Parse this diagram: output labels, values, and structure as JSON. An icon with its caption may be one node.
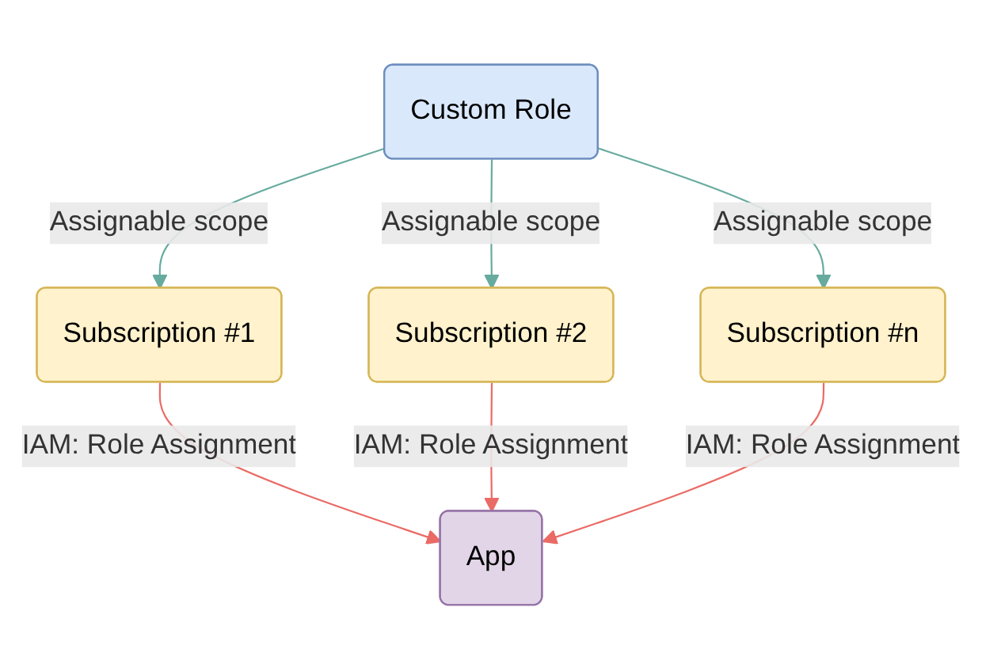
{
  "diagram": {
    "nodes": [
      {
        "text": [
          "Custom Role"
        ]
      },
      {
        "text": [
          "Subscription #1"
        ]
      },
      {
        "text": [
          "Subscription #2"
        ]
      },
      {
        "text": [
          "Subscription #n"
        ]
      },
      {
        "text": [
          "App"
        ]
      }
    ],
    "edges": [
      {
        "from": 0,
        "to": 1,
        "arrow": "to",
        "label": "Assignable scope",
        "color": "#67ab9f"
      },
      {
        "from": 0,
        "to": 2,
        "arrow": "to",
        "label": "Assignable scope",
        "color": "#67ab9f"
      },
      {
        "from": 0,
        "to": 3,
        "arrow": "to",
        "label": "Assignable scope",
        "color": "#67ab9f"
      },
      {
        "from": 1,
        "to": 4,
        "arrow": "to",
        "label": "IAM: Role Assignment",
        "color": "#ea6b66"
      },
      {
        "from": 2,
        "to": 4,
        "arrow": "to",
        "label": "IAM: Role Assignment",
        "color": "#ea6b66"
      },
      {
        "from": 3,
        "to": 4,
        "arrow": "to",
        "label": "IAM: Role Assignment",
        "color": "#ea6b66"
      }
    ]
  }
}
